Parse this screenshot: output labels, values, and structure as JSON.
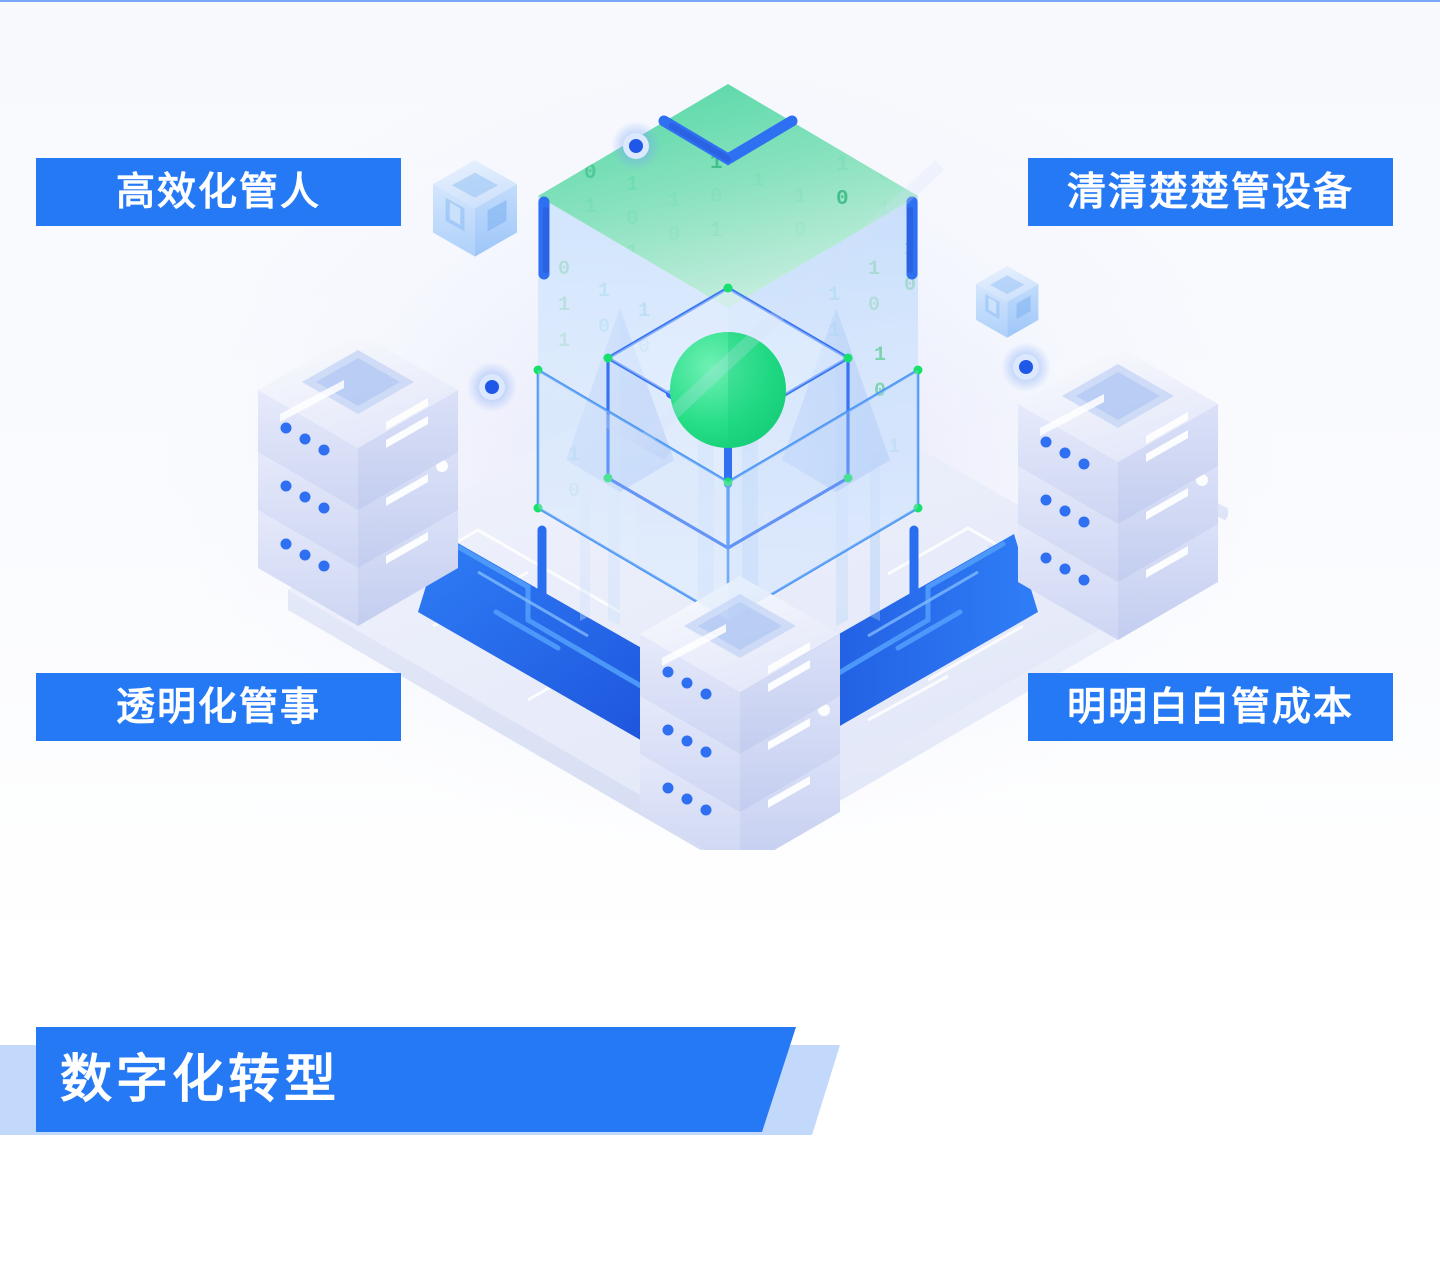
{
  "page": {
    "title": "数字化转型",
    "background_color": "#ffffff",
    "accent_color": "#2579f5",
    "accent_soft_color": "#c3d9fb",
    "top_rule_color": "#7ba7f7"
  },
  "banner": {
    "label": "数字化转型",
    "fill_color": "#2579f5",
    "shadow_color": "#c3d9fb"
  },
  "labels": {
    "top_left": "高效化管人",
    "top_right": "清清楚楚管设备",
    "bottom_left": "透明化管事",
    "bottom_right": "明明白白管成本"
  },
  "illustration": {
    "name": "isometric-digital-platform",
    "description": "等距立方体数据平台，含服务器机柜与二进制数据流",
    "top_face_color": "#4fd9a0",
    "glass_color": "#bfdcfb",
    "edge_color": "#2f6ff2",
    "node_color": "#18e06e",
    "platform_color": "#e9ecfa",
    "floor_accent_color": "#1f57e8",
    "binary_digits": [
      "1",
      "0",
      "1",
      "0",
      "1",
      "1",
      "0",
      "1",
      "0",
      "1",
      "0",
      "1",
      "1",
      "0",
      "1",
      "0",
      "0",
      "1",
      "1",
      "0",
      "1",
      "1",
      "0",
      "1",
      "0",
      "1",
      "1",
      "0",
      "0",
      "1",
      "0",
      "1",
      "0",
      "1",
      "1",
      "0",
      "1",
      "0",
      "1",
      "1"
    ],
    "servers": [
      {
        "name": "server-rack-left",
        "tiers": 3
      },
      {
        "name": "server-rack-right",
        "tiers": 3
      },
      {
        "name": "server-rack-front",
        "tiers": 3
      }
    ],
    "connector_nodes": [
      {
        "name": "connector-node-top",
        "color": "#1f57e8"
      },
      {
        "name": "connector-node-left",
        "color": "#1f57e8"
      },
      {
        "name": "connector-node-right",
        "color": "#1f57e8"
      }
    ],
    "floating_cubes": [
      {
        "name": "floating-cube-left"
      },
      {
        "name": "floating-cube-right"
      }
    ]
  }
}
